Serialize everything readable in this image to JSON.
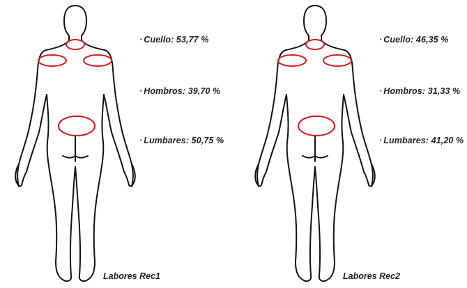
{
  "colors": {
    "outline": "#111111",
    "highlight": "#d81b1b"
  },
  "panels": [
    {
      "caption": "Labores Rec1",
      "regions": [
        {
          "name": "Cuello",
          "value": "53,77 %"
        },
        {
          "name": "Hombros",
          "value": "39,70 %"
        },
        {
          "name": "Lumbares",
          "value": "50,75 %"
        }
      ]
    },
    {
      "caption": "Labores Rec2",
      "regions": [
        {
          "name": "Cuello",
          "value": "46,35 %"
        },
        {
          "name": "Hombros",
          "value": "31,33 %"
        },
        {
          "name": "Lumbares",
          "value": "41,20 %"
        }
      ]
    }
  ]
}
